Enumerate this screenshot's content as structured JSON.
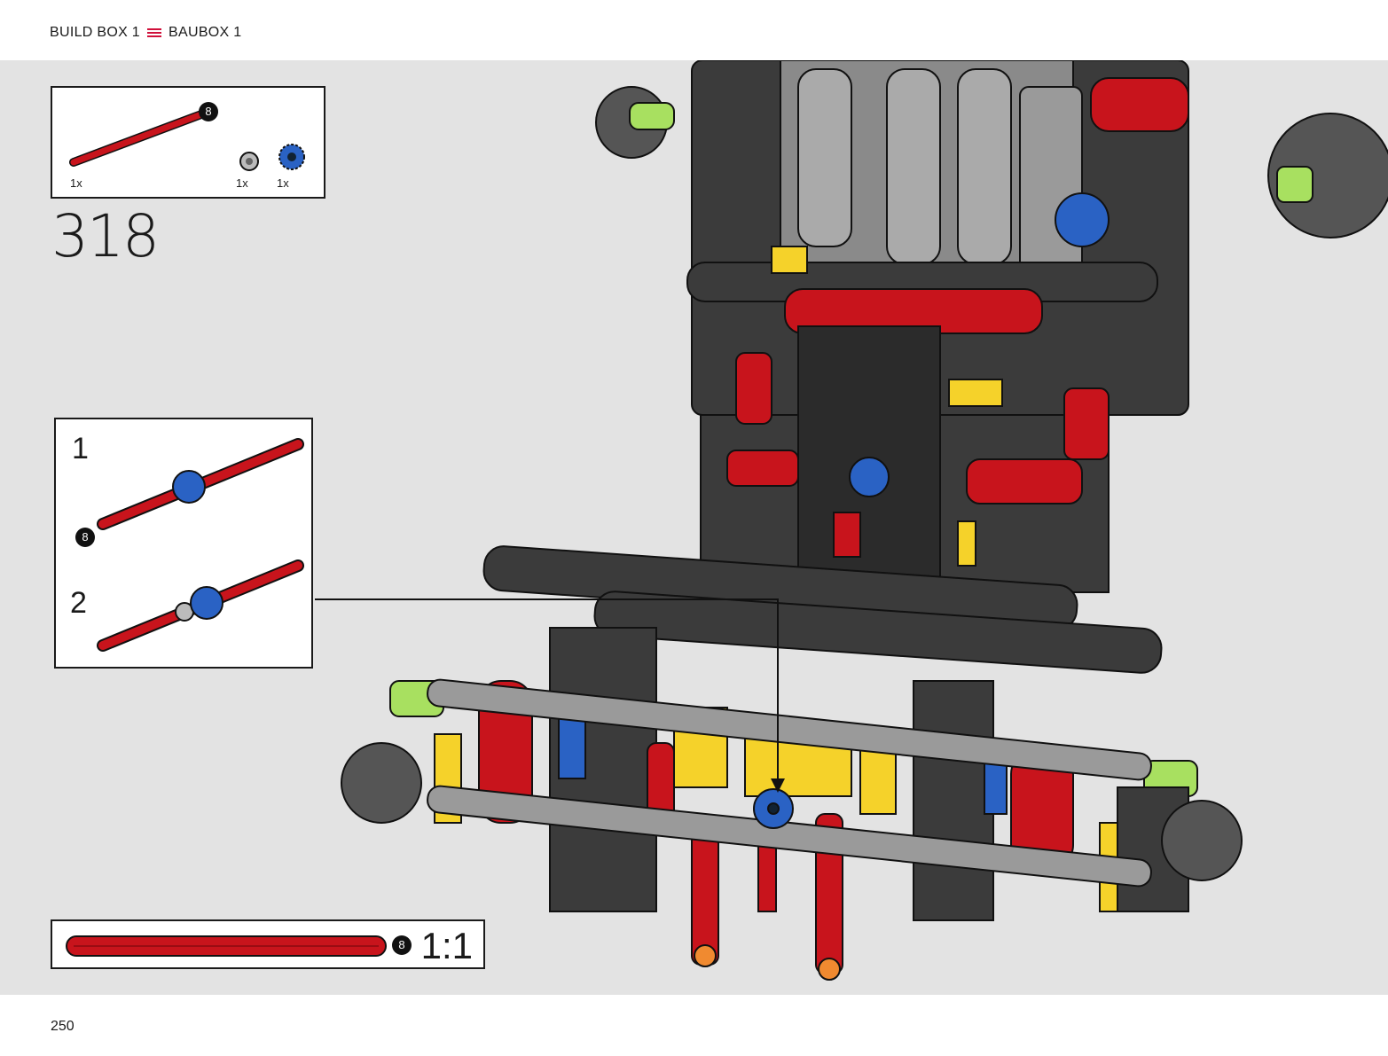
{
  "header": {
    "box_en": "BUILD BOX 1",
    "box_de": "BAUBOX 1"
  },
  "step": {
    "number": "318"
  },
  "parts": [
    {
      "name": "axle-8-red",
      "qty": "1x",
      "length": "8"
    },
    {
      "name": "bushing-gray",
      "qty": "1x"
    },
    {
      "name": "gear-12-blue",
      "qty": "1x"
    }
  ],
  "substeps": [
    {
      "number": "1",
      "length": "8"
    },
    {
      "number": "2"
    }
  ],
  "ruler": {
    "length": "8",
    "scale": "1:1"
  },
  "page": {
    "number": "250"
  },
  "colors": {
    "accent": "#d0103a",
    "axle_red": "#c8141c",
    "gear_blue": "#2a62c4",
    "bg_gray": "#e3e3e3"
  },
  "icons": [
    "menu-equals-icon",
    "axle-icon",
    "bushing-icon",
    "gear-icon",
    "callout-arrow-icon"
  ]
}
